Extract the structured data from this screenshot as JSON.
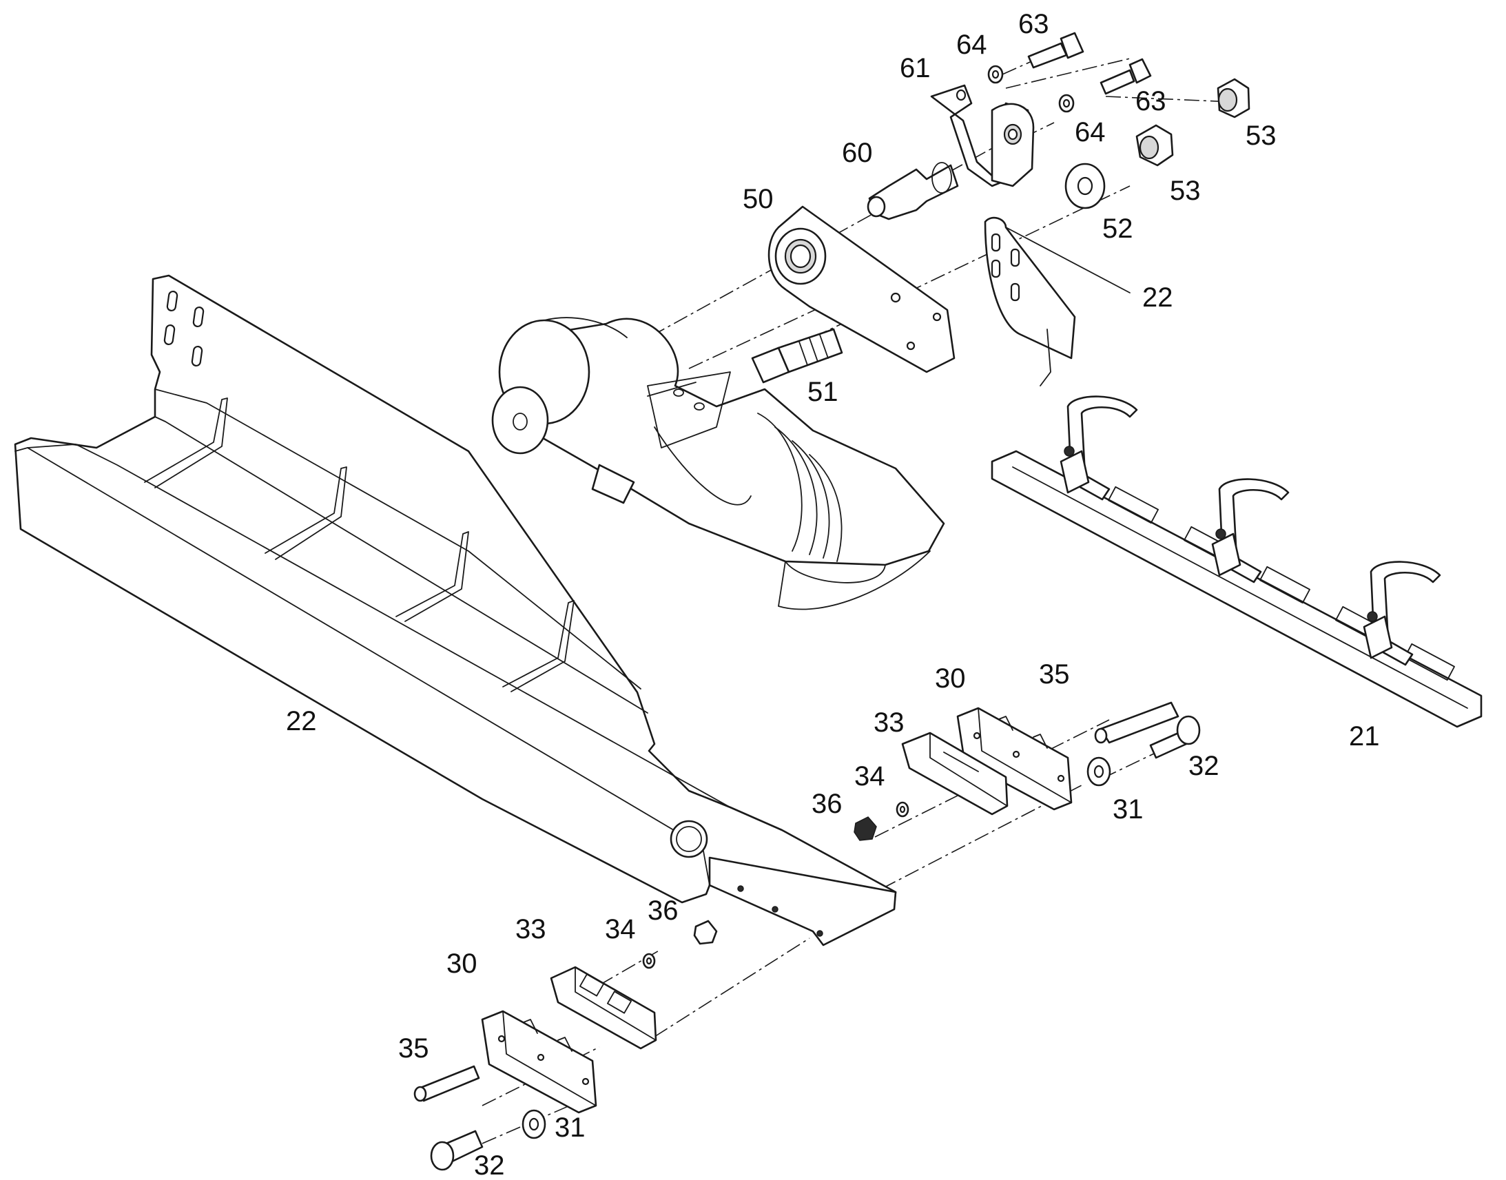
{
  "labels": {
    "l63a": "63",
    "l64a": "64",
    "l61": "61",
    "l60": "60",
    "l63b": "63",
    "l64b": "64",
    "l53a": "53",
    "l53b": "53",
    "l52": "52",
    "l50": "50",
    "l22a": "22",
    "l51": "51",
    "l22b": "22",
    "l21": "21",
    "l30a": "30",
    "l35a": "35",
    "l33a": "33",
    "l32a": "32",
    "l34a": "34",
    "l36a": "36",
    "l31a": "31",
    "l36b": "36",
    "l33b": "33",
    "l34b": "34",
    "l30b": "30",
    "l35b": "35",
    "l31b": "31",
    "l32b": "32"
  },
  "colors": {
    "line": "#1a1a1a",
    "background": "#ffffff",
    "shade": "#d8d8d8"
  }
}
